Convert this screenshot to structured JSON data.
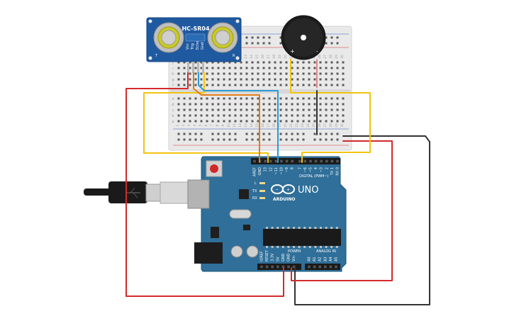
{
  "sensor": {
    "model": "HC-SR04",
    "left_mark": "T",
    "right_mark": "R",
    "pins": [
      "Vcc",
      "Trig",
      "Echo",
      "Gnd"
    ]
  },
  "buzzer": {
    "plus": "+",
    "minus": "-"
  },
  "breadboard": {
    "numbers": [
      "1",
      "2",
      "3",
      "4",
      "5",
      "6",
      "7",
      "8",
      "9",
      "10",
      "11",
      "12",
      "13",
      "14",
      "15",
      "16",
      "17",
      "18",
      "19",
      "20",
      "21",
      "22",
      "23",
      "24",
      "25",
      "26",
      "27",
      "28",
      "29",
      "30"
    ],
    "letters_top": [
      "j",
      "i",
      "h",
      "g",
      "f"
    ],
    "letters_bottom": [
      "e",
      "d",
      "c",
      "b",
      "a"
    ]
  },
  "arduino": {
    "brand": "ARDUINO",
    "model": "UNO",
    "digital_label": "DIGITAL (PWM~)",
    "power_label": "POWER",
    "analog_label": "ANALOG IN",
    "led_labels": [
      "L",
      "TX",
      "RX"
    ],
    "top_pins": [
      "AREF",
      "GND",
      "13",
      "12",
      "~11",
      "~10",
      "~9",
      "8",
      "7",
      "~6",
      "~5",
      "4",
      "~3",
      "2",
      "TX 1",
      "RX 0"
    ],
    "power_pins": [
      "IOREF",
      "RESET",
      "3.3V",
      "5V",
      "GND",
      "GND",
      "Vin"
    ],
    "analog_pins": [
      "A0",
      "A1",
      "A2",
      "A3",
      "A4",
      "A5"
    ]
  },
  "colors": {
    "board": "#2f6f99",
    "breadboard": "#e6e6e6",
    "sensor": "#1f5aa0",
    "wire_red": "#d42a2a",
    "wire_black": "#333333",
    "wire_yellow": "#f2c40f",
    "wire_orange": "#e07b1a",
    "wire_blue": "#2a9ad6"
  }
}
